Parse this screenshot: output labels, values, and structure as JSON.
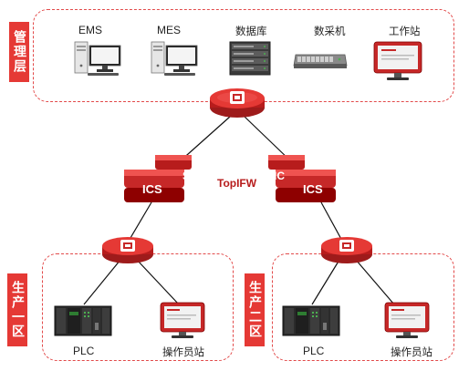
{
  "zones": {
    "management": {
      "tag": "管理层"
    },
    "production_1": {
      "tag": "生产一区"
    },
    "production_2": {
      "tag": "生产二区"
    }
  },
  "management_devices": [
    {
      "label": "EMS",
      "icon": "server-pc-icon"
    },
    {
      "label": "MES",
      "icon": "server-pc-icon"
    },
    {
      "label": "数据库",
      "icon": "rack-server-icon"
    },
    {
      "label": "数采机",
      "icon": "rack-1u-server-icon"
    },
    {
      "label": "工作站",
      "icon": "workstation-monitor-icon"
    }
  ],
  "firewalls": {
    "left_label": "ICS",
    "right_label": "ICS",
    "left_back_label": "S",
    "right_back_label": "IC",
    "middle_label": "TopIFW"
  },
  "production_1_devices": [
    {
      "label": "PLC",
      "icon": "plc-icon"
    },
    {
      "label": "操作员站",
      "icon": "operator-station-icon"
    }
  ],
  "production_2_devices": [
    {
      "label": "PLC",
      "icon": "plc-icon"
    },
    {
      "label": "操作员站",
      "icon": "operator-station-icon"
    }
  ],
  "colors": {
    "accent": "#e53935",
    "dashed_border": "#e24a4a",
    "firewall_red": "#d32f2f",
    "plc_dark": "#2b2b2b",
    "plc_green": "#2e7d32"
  }
}
